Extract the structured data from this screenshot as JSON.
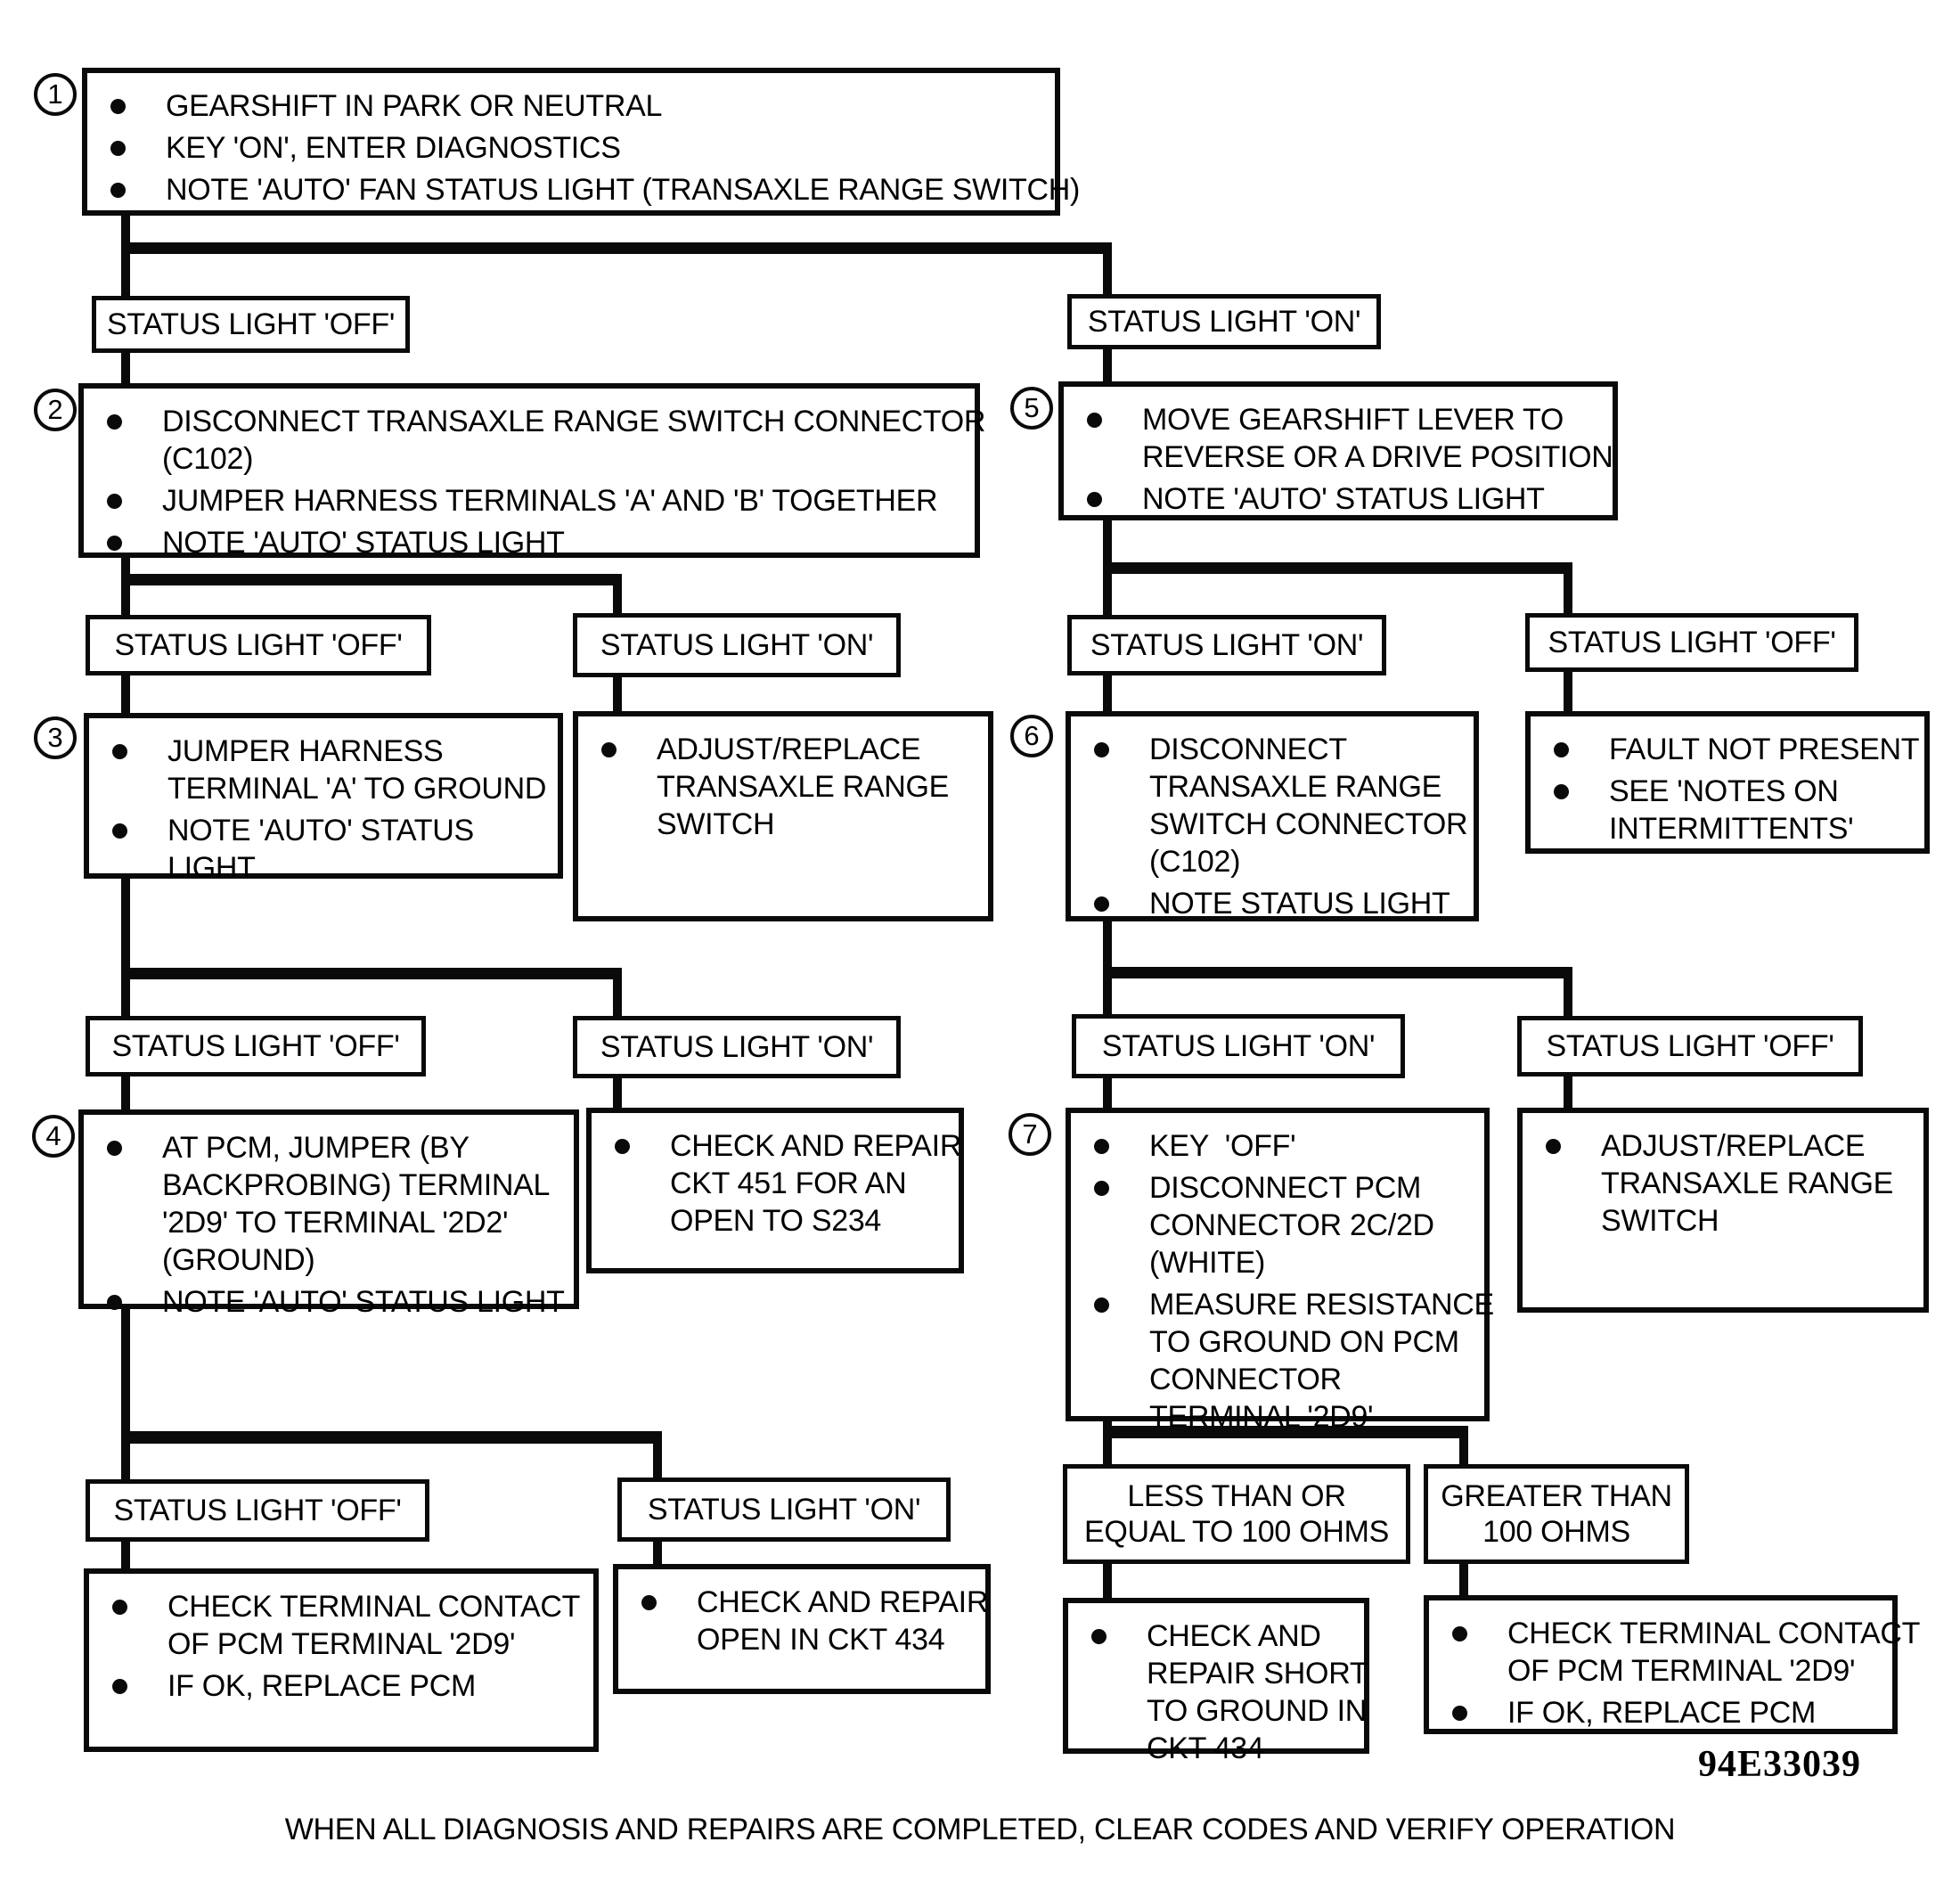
{
  "labels": {
    "status_off": "STATUS LIGHT 'OFF'",
    "status_on": "STATUS LIGHT 'ON'",
    "le_100_ohms": "LESS THAN OR\nEQUAL TO 100 OHMS",
    "gt_100_ohms": "GREATER THAN\n100 OHMS"
  },
  "steps": {
    "step1": {
      "num": "1",
      "items": [
        "GEARSHIFT IN PARK OR NEUTRAL",
        "KEY 'ON', ENTER DIAGNOSTICS",
        "NOTE 'AUTO' FAN STATUS LIGHT (TRANSAXLE RANGE SWITCH)"
      ]
    },
    "step2": {
      "num": "2",
      "items": [
        "DISCONNECT TRANSAXLE RANGE SWITCH CONNECTOR\n(C102)",
        "JUMPER HARNESS TERMINALS 'A' AND 'B' TOGETHER",
        "NOTE 'AUTO' STATUS LIGHT"
      ]
    },
    "step3": {
      "num": "3",
      "items": [
        "JUMPER HARNESS\nTERMINAL 'A' TO GROUND",
        "NOTE 'AUTO' STATUS\nLIGHT"
      ]
    },
    "step4": {
      "num": "4",
      "items": [
        "AT PCM, JUMPER (BY\nBACKPROBING) TERMINAL\n'2D9' TO TERMINAL '2D2'\n(GROUND)",
        "NOTE 'AUTO' STATUS LIGHT"
      ]
    },
    "step5": {
      "num": "5",
      "items": [
        "MOVE GEARSHIFT LEVER TO\nREVERSE OR A DRIVE POSITION",
        "NOTE 'AUTO' STATUS LIGHT"
      ]
    },
    "step6": {
      "num": "6",
      "items": [
        "DISCONNECT\nTRANSAXLE RANGE\nSWITCH CONNECTOR\n(C102)",
        "NOTE STATUS LIGHT"
      ]
    },
    "step7": {
      "num": "7",
      "items": [
        "KEY  'OFF'",
        "DISCONNECT PCM\nCONNECTOR 2C/2D\n(WHITE)",
        "MEASURE RESISTANCE\nTO GROUND ON PCM\nCONNECTOR\nTERMINAL '2D9'"
      ]
    }
  },
  "outcomes": {
    "adjust_replace_switch_left": [
      "ADJUST/REPLACE\nTRANSAXLE RANGE\nSWITCH"
    ],
    "fault_not_present": [
      "FAULT NOT PRESENT",
      "SEE 'NOTES ON\nINTERMITTENTS'"
    ],
    "repair_ckt_451": [
      "CHECK AND REPAIR\nCKT 451 FOR AN\nOPEN TO S234"
    ],
    "adjust_replace_switch_right": [
      "ADJUST/REPLACE\nTRANSAXLE RANGE\nSWITCH"
    ],
    "check_pcm_2d9_left": [
      "CHECK TERMINAL CONTACT\nOF PCM TERMINAL '2D9'",
      "IF OK, REPLACE PCM"
    ],
    "repair_open_ckt_434": [
      "CHECK AND REPAIR\nOPEN IN CKT 434"
    ],
    "repair_short_ckt_434": [
      "CHECK AND\nREPAIR SHORT\nTO GROUND IN\nCKT 434"
    ],
    "check_pcm_2d9_right": [
      "CHECK TERMINAL CONTACT\nOF PCM TERMINAL '2D9'",
      "IF OK, REPLACE PCM"
    ]
  },
  "figure_code": "94E33039",
  "footer": "WHEN ALL DIAGNOSIS AND REPAIRS ARE COMPLETED, CLEAR CODES AND VERIFY OPERATION"
}
